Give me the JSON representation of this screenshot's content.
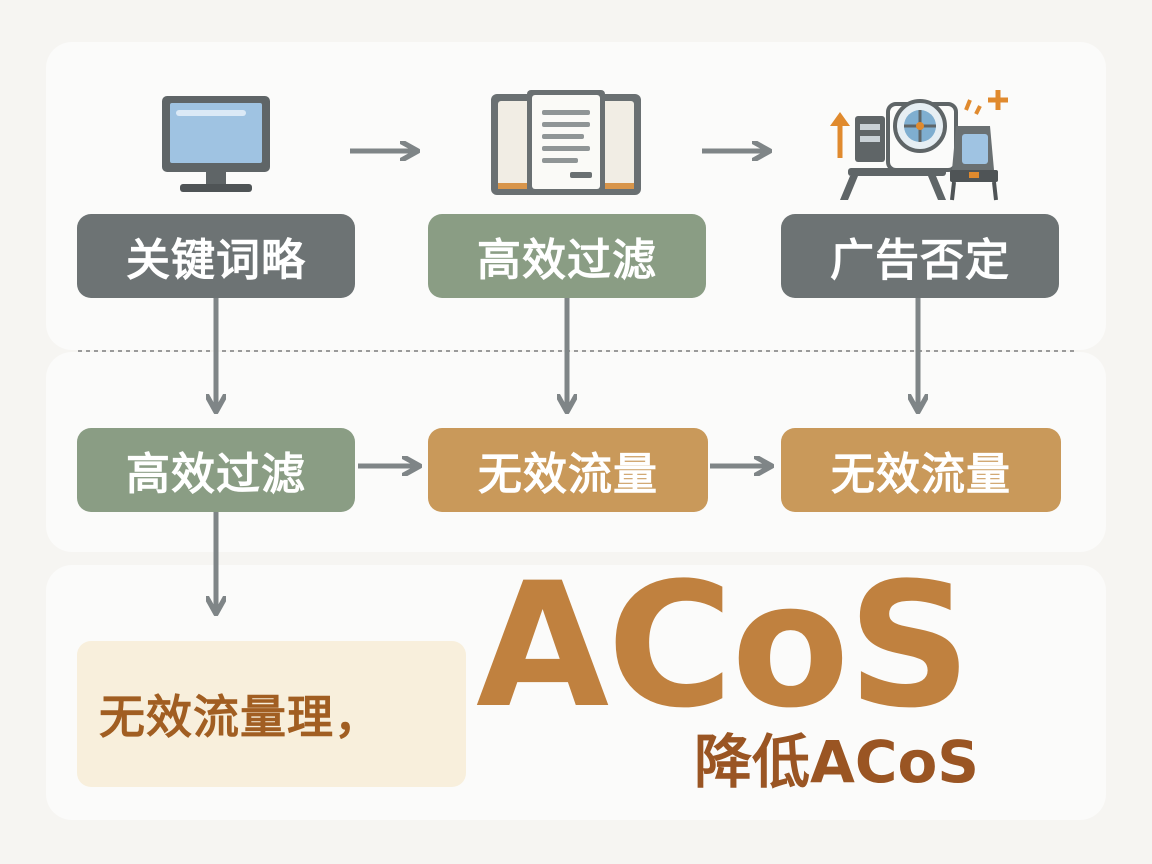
{
  "nodes": {
    "keyword_strategy": "关键词略",
    "filter_top": "高效过滤",
    "ad_negation": "广告否定",
    "filter_mid": "高效过滤",
    "invalid_traffic_1": "无效流量",
    "invalid_traffic_2": "无效流量",
    "invalid_traffic_manage": "无效流量理，"
  },
  "result": {
    "headline": "ACoS",
    "subline": "降低ACoS"
  },
  "colors": {
    "gray": "#6d7374",
    "green": "#8a9d84",
    "gold": "#c9995a",
    "cream": "#f8efdc",
    "accent": "#c0813f",
    "arrow": "#7f8587"
  },
  "icons": [
    "monitor-icon",
    "document-book-icon",
    "ad-equipment-icon"
  ]
}
